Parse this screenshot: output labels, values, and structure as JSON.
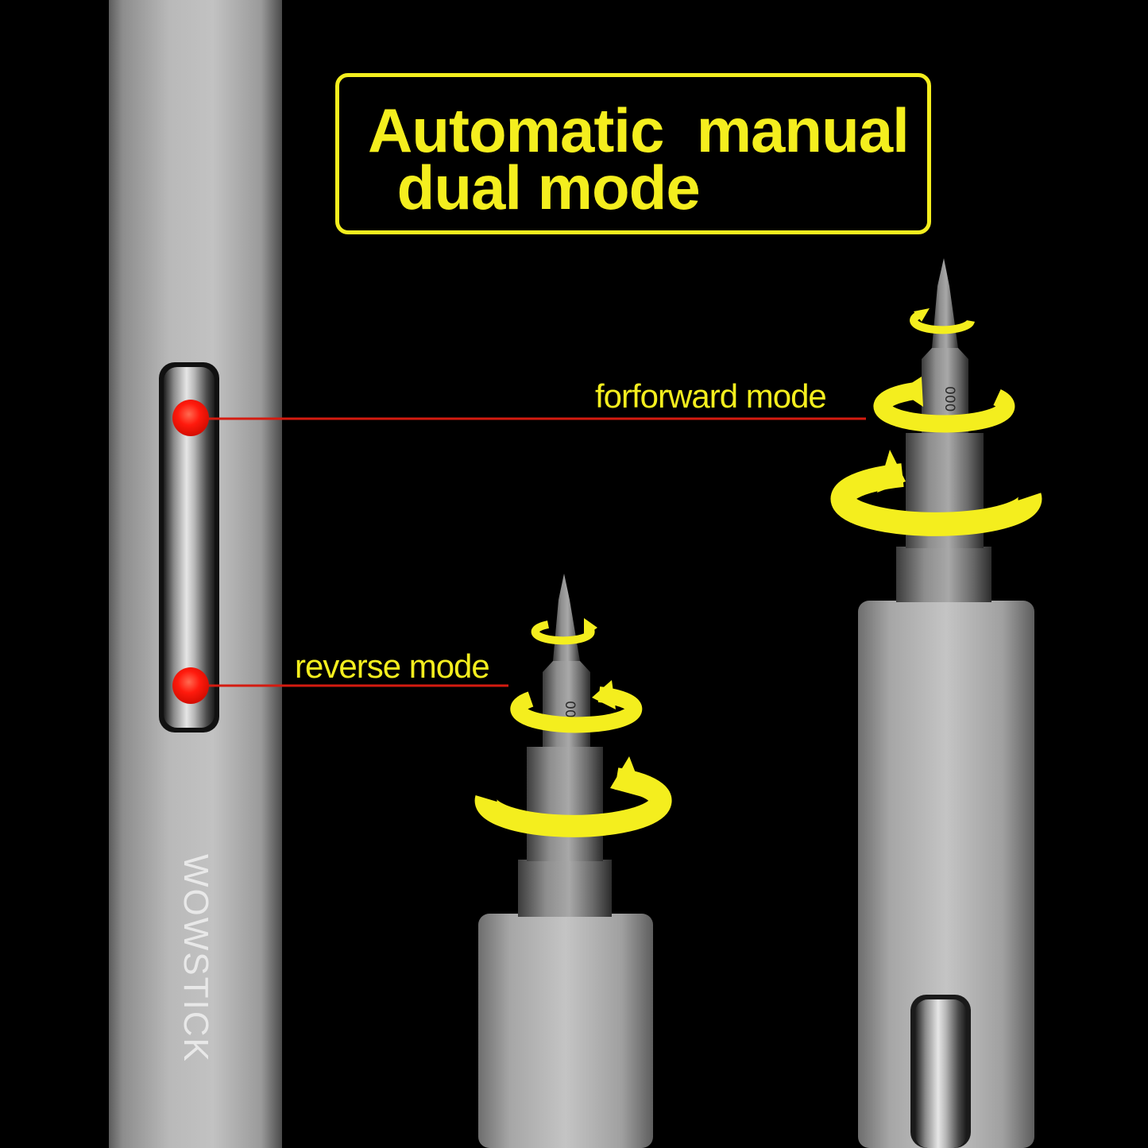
{
  "title": {
    "line1": "Automatic  manual",
    "line2": " dual mode"
  },
  "labels": {
    "forward": "forforward mode",
    "reverse": "reverse mode"
  },
  "brand": "WOWSTICK",
  "bit_marking": "000",
  "colors": {
    "background": "#000000",
    "accent_yellow": "#f4ee1e",
    "indicator_red": "#ff1a0d",
    "leader_line_red": "#d41b10",
    "aluminum": "#b9b9b9",
    "steel": "#8e8e8e"
  },
  "icons": [
    "rotation-arrow-icon",
    "indicator-light-icon"
  ]
}
